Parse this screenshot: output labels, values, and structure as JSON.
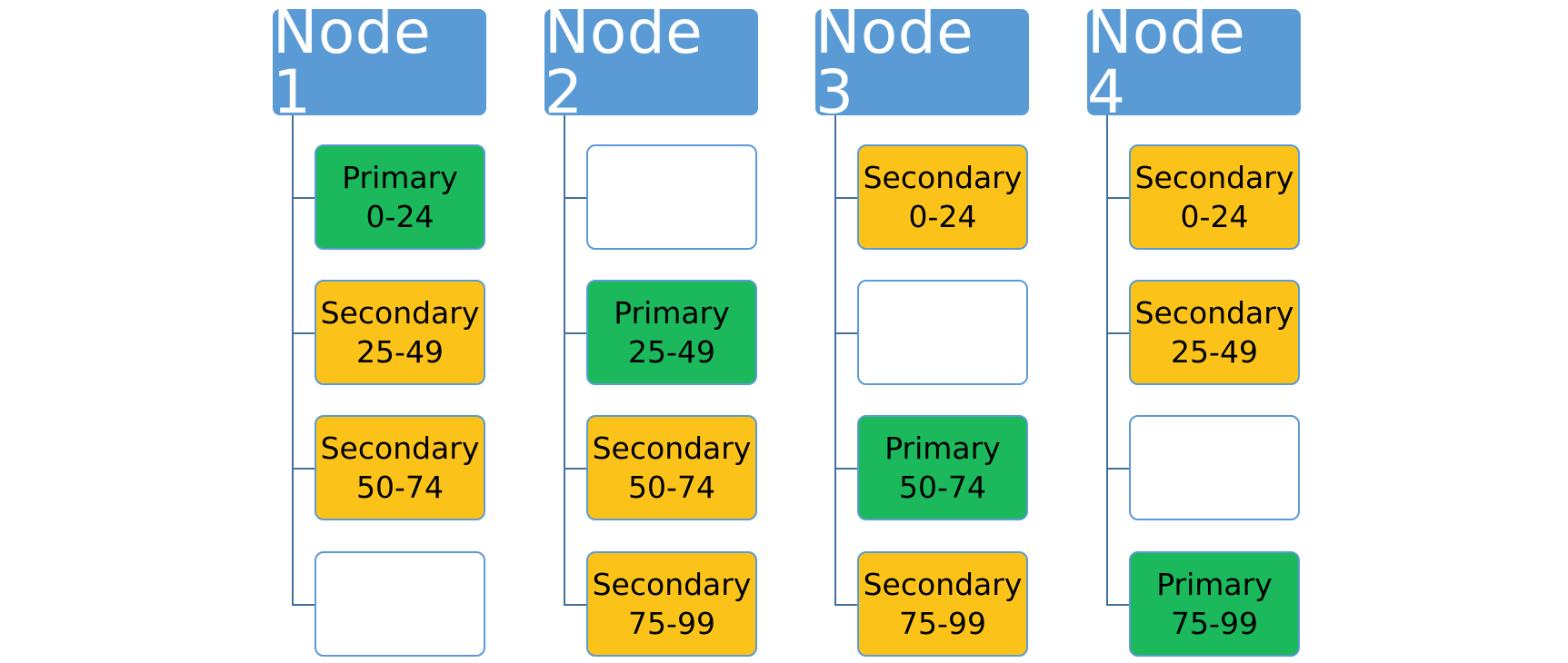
{
  "nodes": [
    {
      "title": "Node 1",
      "slots": [
        {
          "role": "Primary",
          "range": "0-24"
        },
        {
          "role": "Secondary",
          "range": "25-49"
        },
        {
          "role": "Secondary",
          "range": "50-74"
        },
        {
          "role": "",
          "range": ""
        }
      ]
    },
    {
      "title": "Node 2",
      "slots": [
        {
          "role": "",
          "range": ""
        },
        {
          "role": "Primary",
          "range": "25-49"
        },
        {
          "role": "Secondary",
          "range": "50-74"
        },
        {
          "role": "Secondary",
          "range": "75-99"
        }
      ]
    },
    {
      "title": "Node 3",
      "slots": [
        {
          "role": "Secondary",
          "range": "0-24"
        },
        {
          "role": "",
          "range": ""
        },
        {
          "role": "Primary",
          "range": "50-74"
        },
        {
          "role": "Secondary",
          "range": "75-99"
        }
      ]
    },
    {
      "title": "Node 4",
      "slots": [
        {
          "role": "Secondary",
          "range": "0-24"
        },
        {
          "role": "Secondary",
          "range": "25-49"
        },
        {
          "role": "",
          "range": ""
        },
        {
          "role": "Primary",
          "range": "75-99"
        }
      ]
    }
  ],
  "colors": {
    "header": "#5b9bd5",
    "primary": "#1cb85c",
    "secondary": "#fbc319",
    "empty": "#ffffff",
    "border": "#5b9bd5",
    "connector": "#41719c"
  }
}
